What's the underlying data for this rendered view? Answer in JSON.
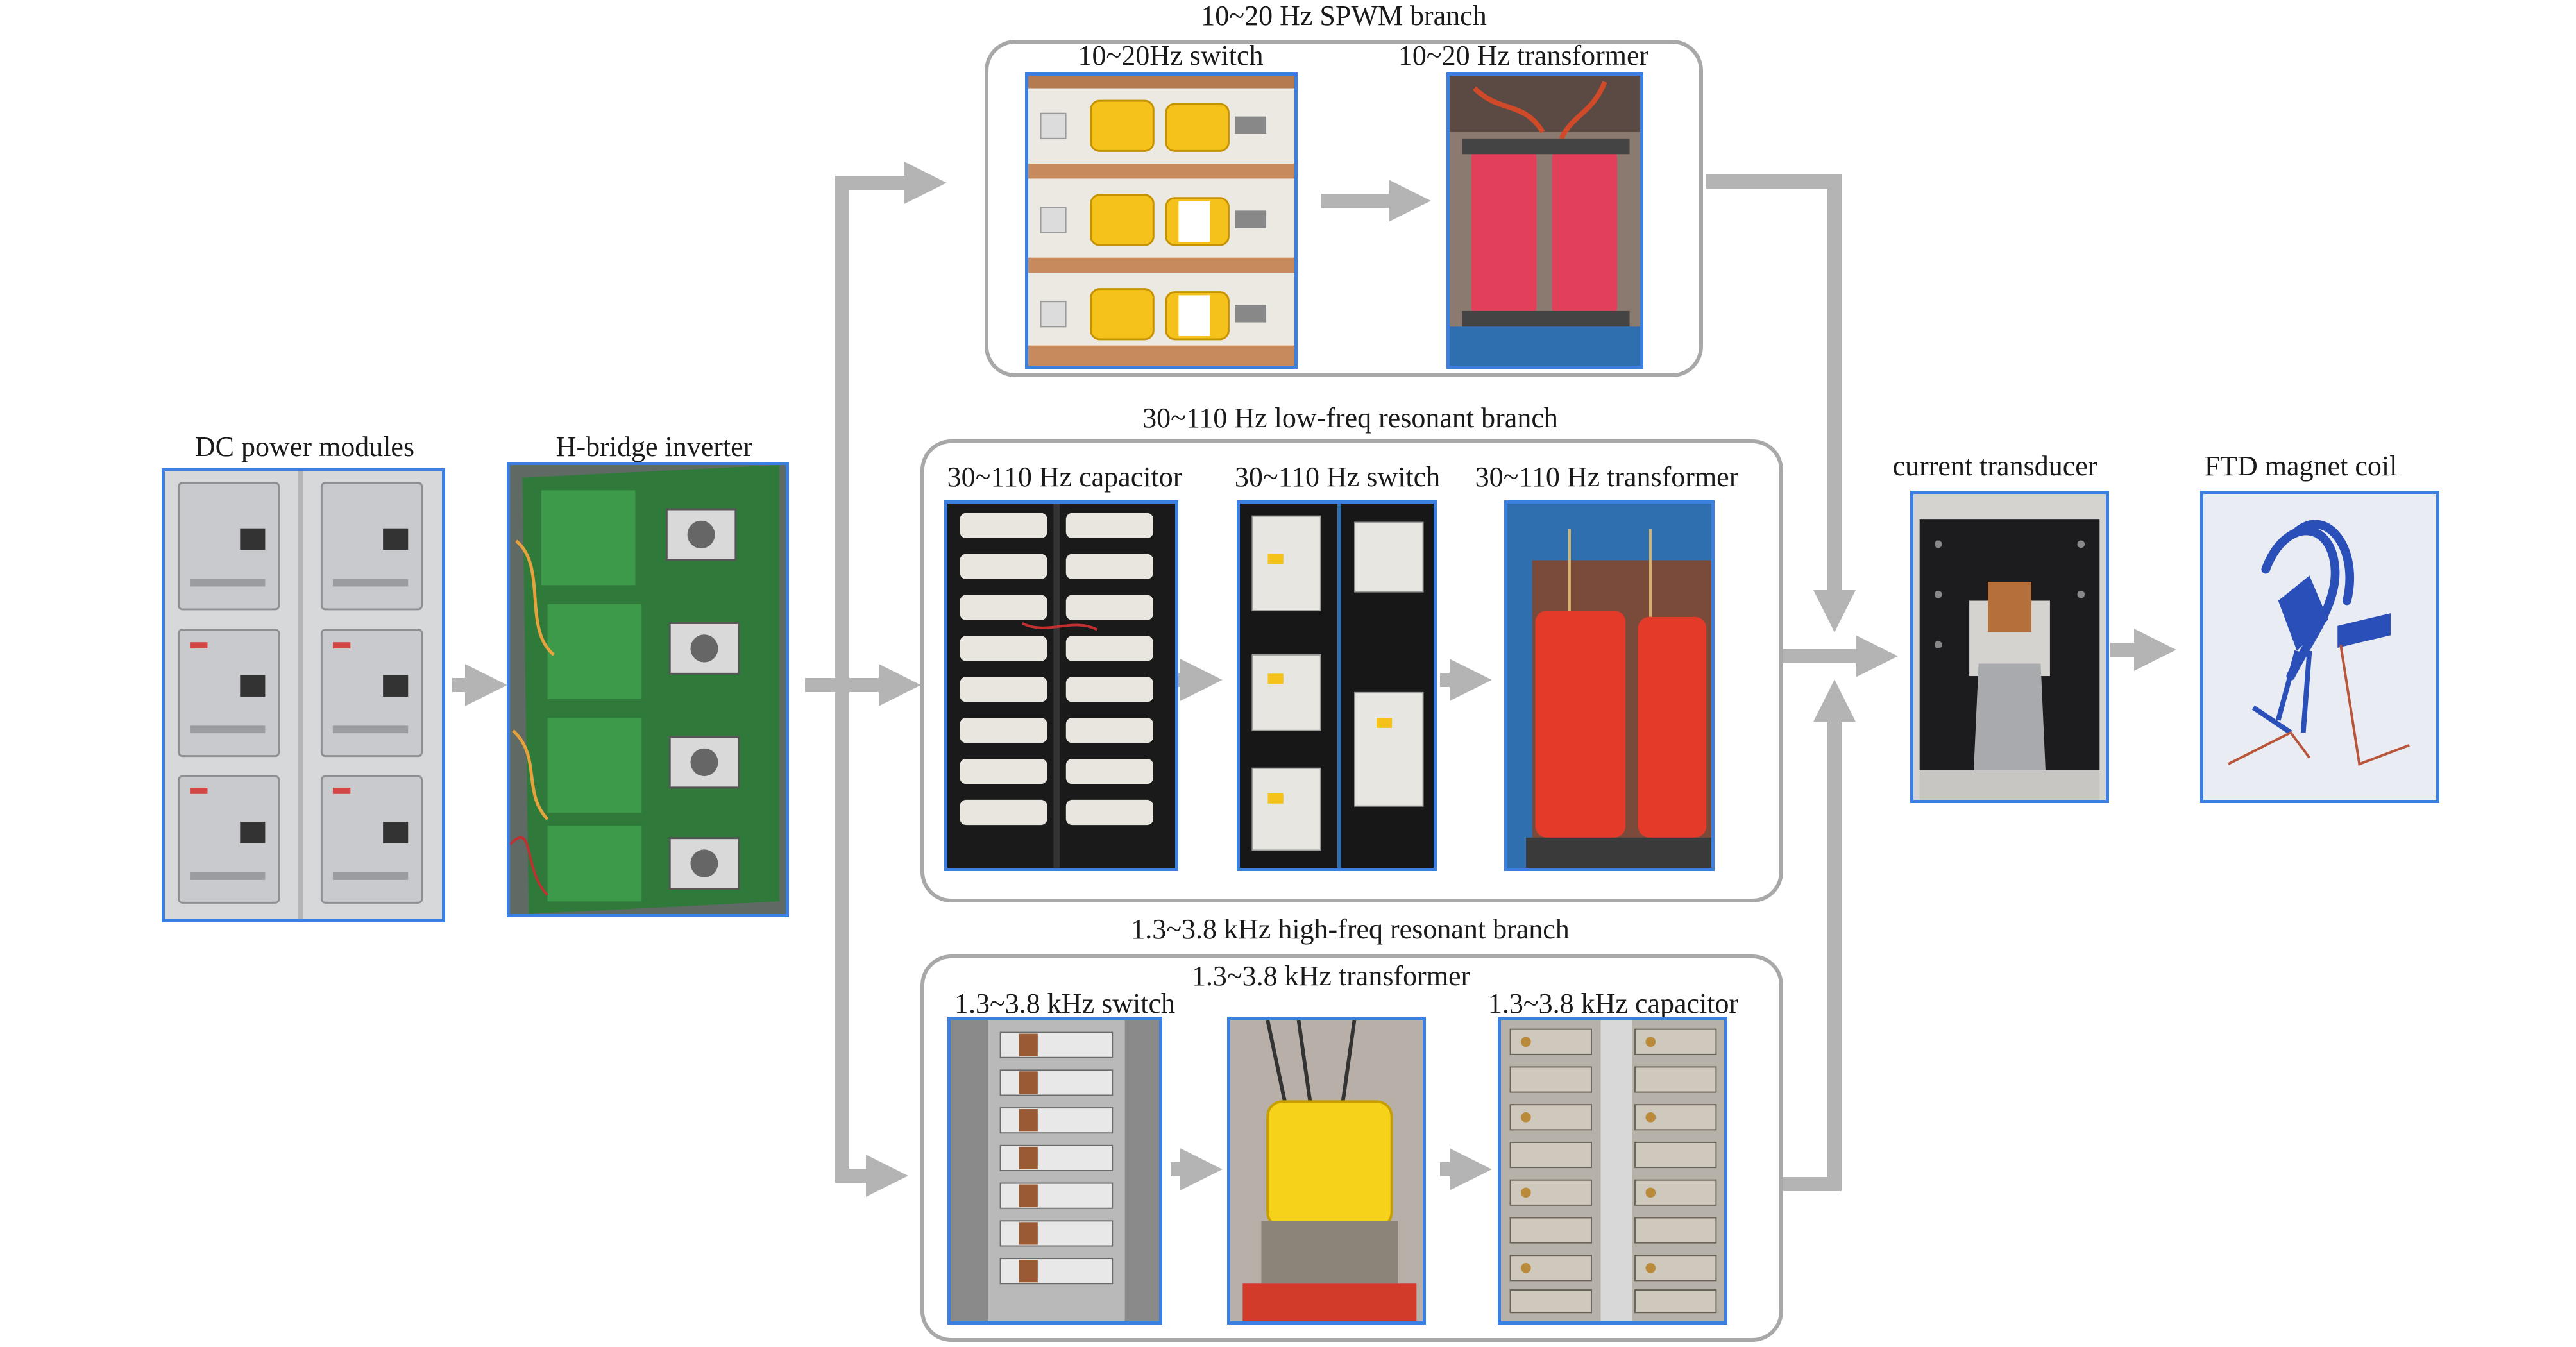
{
  "labels": {
    "dc_power": "DC power modules",
    "h_bridge": "H-bridge inverter",
    "current_transducer": "current transducer",
    "ftd_coil": "FTD magnet coil"
  },
  "branches": {
    "spwm": {
      "title": "10~20 Hz SPWM branch",
      "switch": "10~20Hz switch",
      "transformer": "10~20 Hz transformer"
    },
    "low": {
      "title": "30~110 Hz low-freq resonant branch",
      "capacitor": "30~110 Hz capacitor",
      "switch": "30~110 Hz switch",
      "transformer": "30~110 Hz transformer"
    },
    "high": {
      "title": "1.3~3.8 kHz high-freq resonant branch",
      "transformer": "1.3~3.8 kHz transformer",
      "switch": "1.3~3.8 kHz switch",
      "capacitor": "1.3~3.8 kHz capacitor"
    }
  },
  "colors": {
    "arrow": "#b4b4b4",
    "frame": "#3b7fe0",
    "branch_border": "#a8a8a8"
  }
}
